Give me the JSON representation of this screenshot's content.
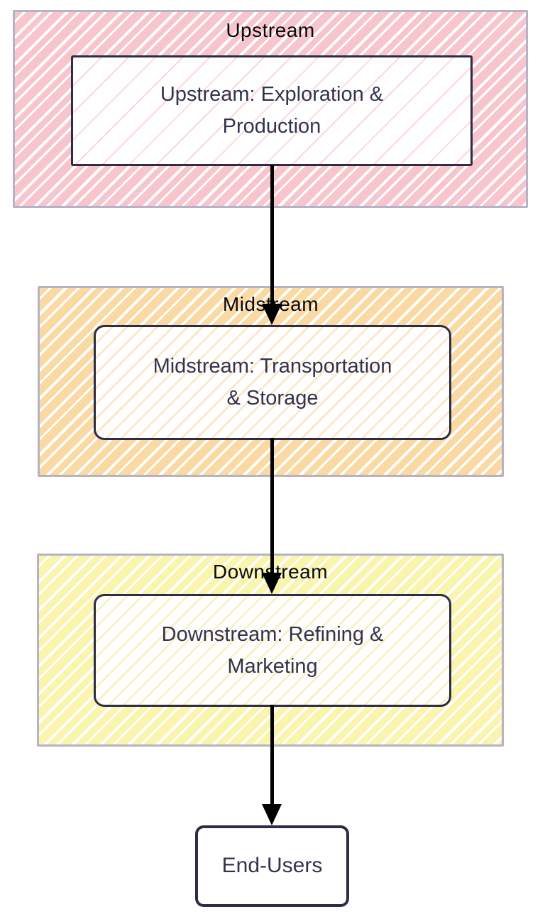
{
  "diagram": {
    "type": "flowchart",
    "direction": "top-down",
    "sections": [
      {
        "id": "upstream",
        "label": "Upstream",
        "node": {
          "id": "upstream-node",
          "lines": [
            "Upstream: Exploration &",
            "Production"
          ],
          "text": "Upstream: Exploration & Production"
        },
        "fill_color": "#f9c5cc"
      },
      {
        "id": "midstream",
        "label": "Midstream",
        "node": {
          "id": "midstream-node",
          "lines": [
            "Midstream: Transportation",
            "& Storage"
          ],
          "text": "Midstream: Transportation & Storage"
        },
        "fill_color": "#fbd9a3"
      },
      {
        "id": "downstream",
        "label": "Downstream",
        "node": {
          "id": "downstream-node",
          "lines": [
            "Downstream: Refining &",
            "Marketing"
          ],
          "text": "Downstream: Refining & Marketing"
        },
        "fill_color": "#faf4ad"
      }
    ],
    "end_node": {
      "id": "end-users",
      "label": "End-Users"
    },
    "edges": [
      {
        "from": "Upstream: Exploration & Production",
        "to": "Midstream: Transportation & Storage"
      },
      {
        "from": "Midstream: Transportation & Storage",
        "to": "Downstream: Refining & Marketing"
      },
      {
        "from": "Downstream: Refining & Marketing",
        "to": "End-Users"
      }
    ],
    "colors": {
      "upstream_fill": "#f9c5cc",
      "midstream_fill": "#fbd9a3",
      "downstream_fill": "#faf4ad",
      "container_border": "#b6b3c6",
      "node_border": "#2d2d45",
      "node_text": "#33334e",
      "label_text": "#0a0a0a",
      "arrow": "#000000"
    }
  }
}
